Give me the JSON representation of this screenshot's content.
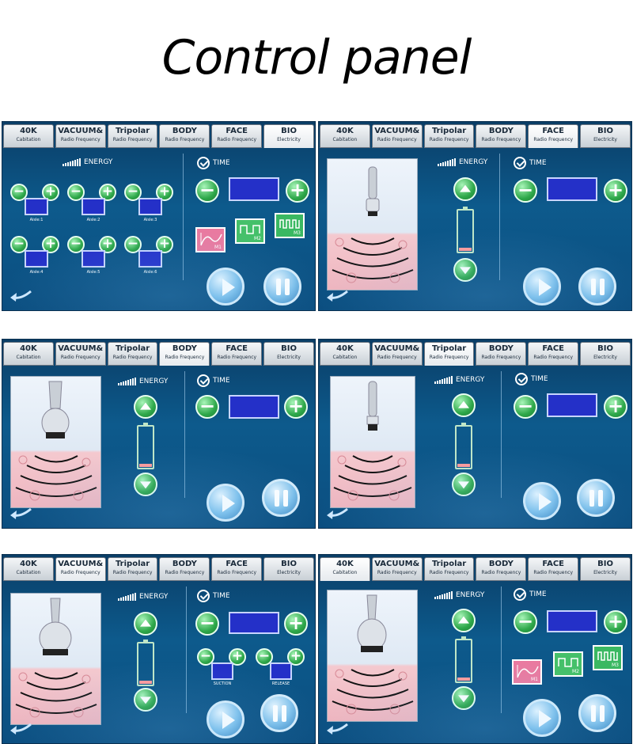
{
  "page_title": "Control panel",
  "tabs": [
    {
      "line1": "40K",
      "line2": "Cabitation"
    },
    {
      "line1": "VACUUM&",
      "line2": "Radio Frequency"
    },
    {
      "line1": "Tripolar",
      "line2": "Radio Frequency"
    },
    {
      "line1": "BODY",
      "line2": "Radio Frequency"
    },
    {
      "line1": "FACE",
      "line2": "Radio Frequency"
    },
    {
      "line1": "BIO",
      "line2": "Electricity"
    }
  ],
  "labels": {
    "energy": "ENERGY",
    "time": "TIME"
  },
  "aisles": [
    "Aisle:1",
    "Aisle:2",
    "Aisle:3",
    "Aisle:4",
    "Aisle:5",
    "Aisle:6"
  ],
  "modes": [
    "M1",
    "M2",
    "M3"
  ],
  "vacuum": {
    "suction": "SUCTION",
    "release": "RELEASE"
  },
  "screens": [
    {
      "active_tab": "BIO"
    },
    {
      "active_tab": "FACE"
    },
    {
      "active_tab": "BODY"
    },
    {
      "active_tab": "Tripolar"
    },
    {
      "active_tab": "VACUUM&"
    },
    {
      "active_tab": "40K"
    }
  ],
  "colors": {
    "panel": "#0d5a8c",
    "green_button": "#2ea84a",
    "display_blue": "#2430c8",
    "m1_pink": "#e97aa0"
  }
}
